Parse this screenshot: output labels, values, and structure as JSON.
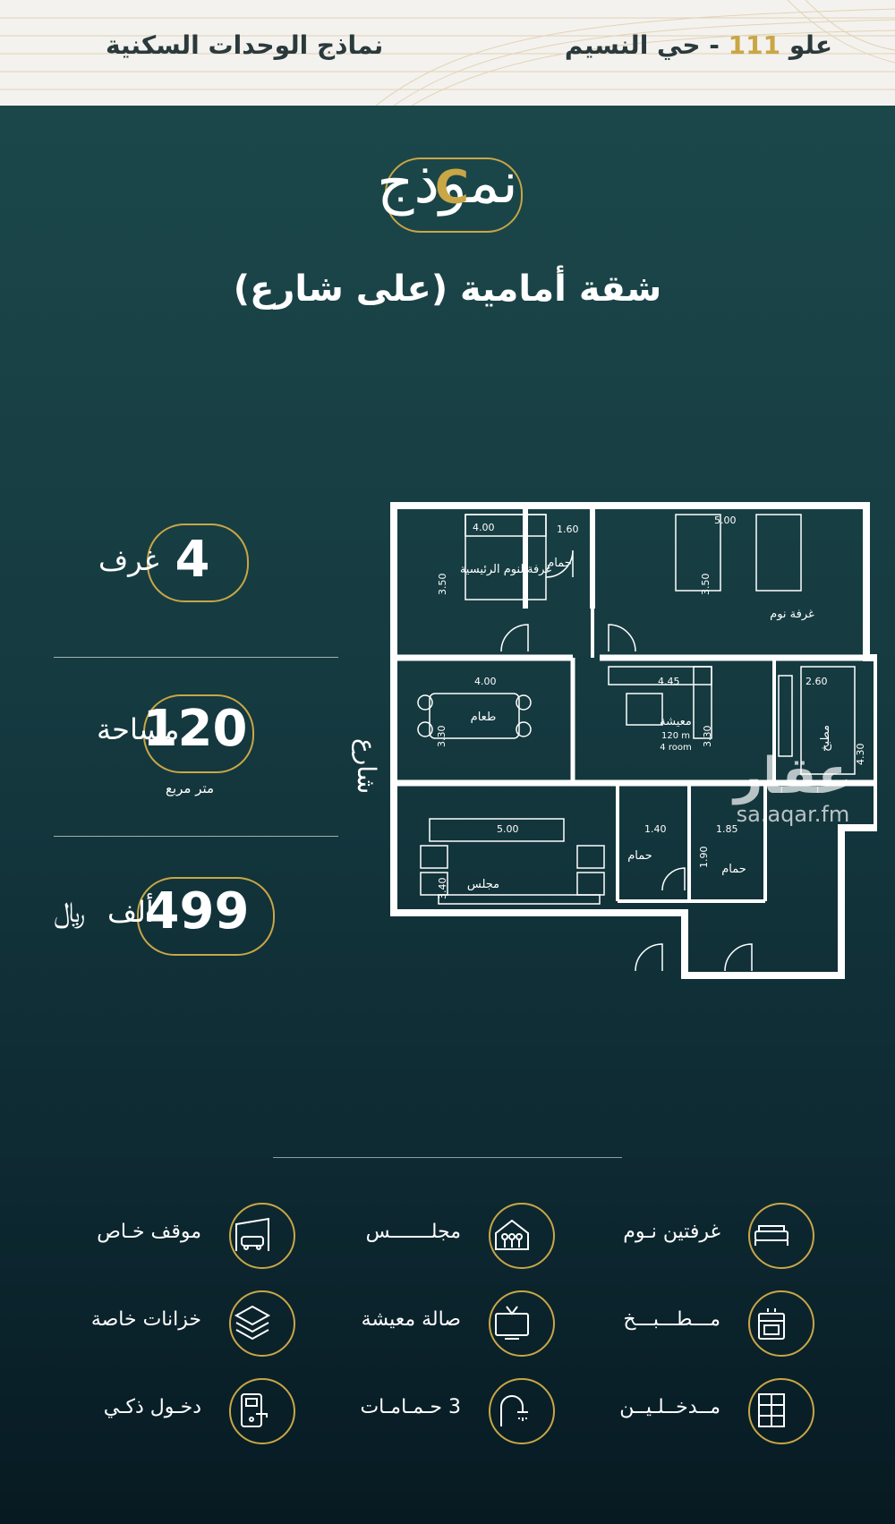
{
  "header": {
    "project": "علو",
    "project_number": "111",
    "district": "- حي النسيم",
    "section": "نماذج الوحدات السكنية"
  },
  "model": {
    "word": "نموذج",
    "letter": "C"
  },
  "subtitle": "شقة أمامية (على شارع)",
  "stats": {
    "rooms": {
      "label": "غرف",
      "value": "4"
    },
    "area": {
      "label": "مساحة",
      "value": "120",
      "unit": "متر مربع"
    },
    "price": {
      "label": "ألف",
      "value": "499",
      "currency": "﷼"
    }
  },
  "floorplan": {
    "street": "شارع",
    "rooms": {
      "master_bed": "غرفةالنوم الرئيسية",
      "bath_top": "حمام",
      "bedroom": "غرفة نوم",
      "dining": "طعام",
      "living": "معيشة",
      "living_area": "120 m",
      "living_rooms": "4 room",
      "kitchen": "مطبخ",
      "majlis": "مجلس",
      "bath_mid1": "حمام",
      "bath_mid2": "حمام"
    },
    "dims": {
      "master_w": "4.00",
      "master_h": "3.50",
      "bath_top_w": "1.60",
      "bed_w": "5.00",
      "bed_h": "3.50",
      "dining_w": "4.00",
      "dining_h": "3.30",
      "living_w": "4.45",
      "living_h": "3.30",
      "kitchen_w": "2.60",
      "kitchen_h": "4.30",
      "majlis_w": "5.00",
      "majlis_h": "3.40",
      "bath1_w": "1.40",
      "bath2_w": "1.85",
      "bath2_h": "1.90"
    }
  },
  "watermark": {
    "logo": "عقار",
    "site": "sa.aqar.fm"
  },
  "features": [
    {
      "label": "غرفتين نـوم",
      "icon": "bed-icon"
    },
    {
      "label": "مجلـــــــس",
      "icon": "family-house-icon"
    },
    {
      "label": "موقف خـاص",
      "icon": "garage-car-icon"
    },
    {
      "label": "مـــطـــبـــخ",
      "icon": "stove-icon"
    },
    {
      "label": "صالة معيشة",
      "icon": "tv-icon"
    },
    {
      "label": "خزانات خاصة",
      "icon": "layers-icon"
    },
    {
      "label": "مــدخــلـيــن",
      "icon": "door-icon"
    },
    {
      "label": "3 حـمـامـات",
      "icon": "shower-icon"
    },
    {
      "label": "دخـول ذكـي",
      "icon": "smart-lock-icon"
    }
  ],
  "colors": {
    "accent": "#c9a646",
    "bg_top": "#1d4a4c",
    "bg_bottom": "#071a22"
  }
}
